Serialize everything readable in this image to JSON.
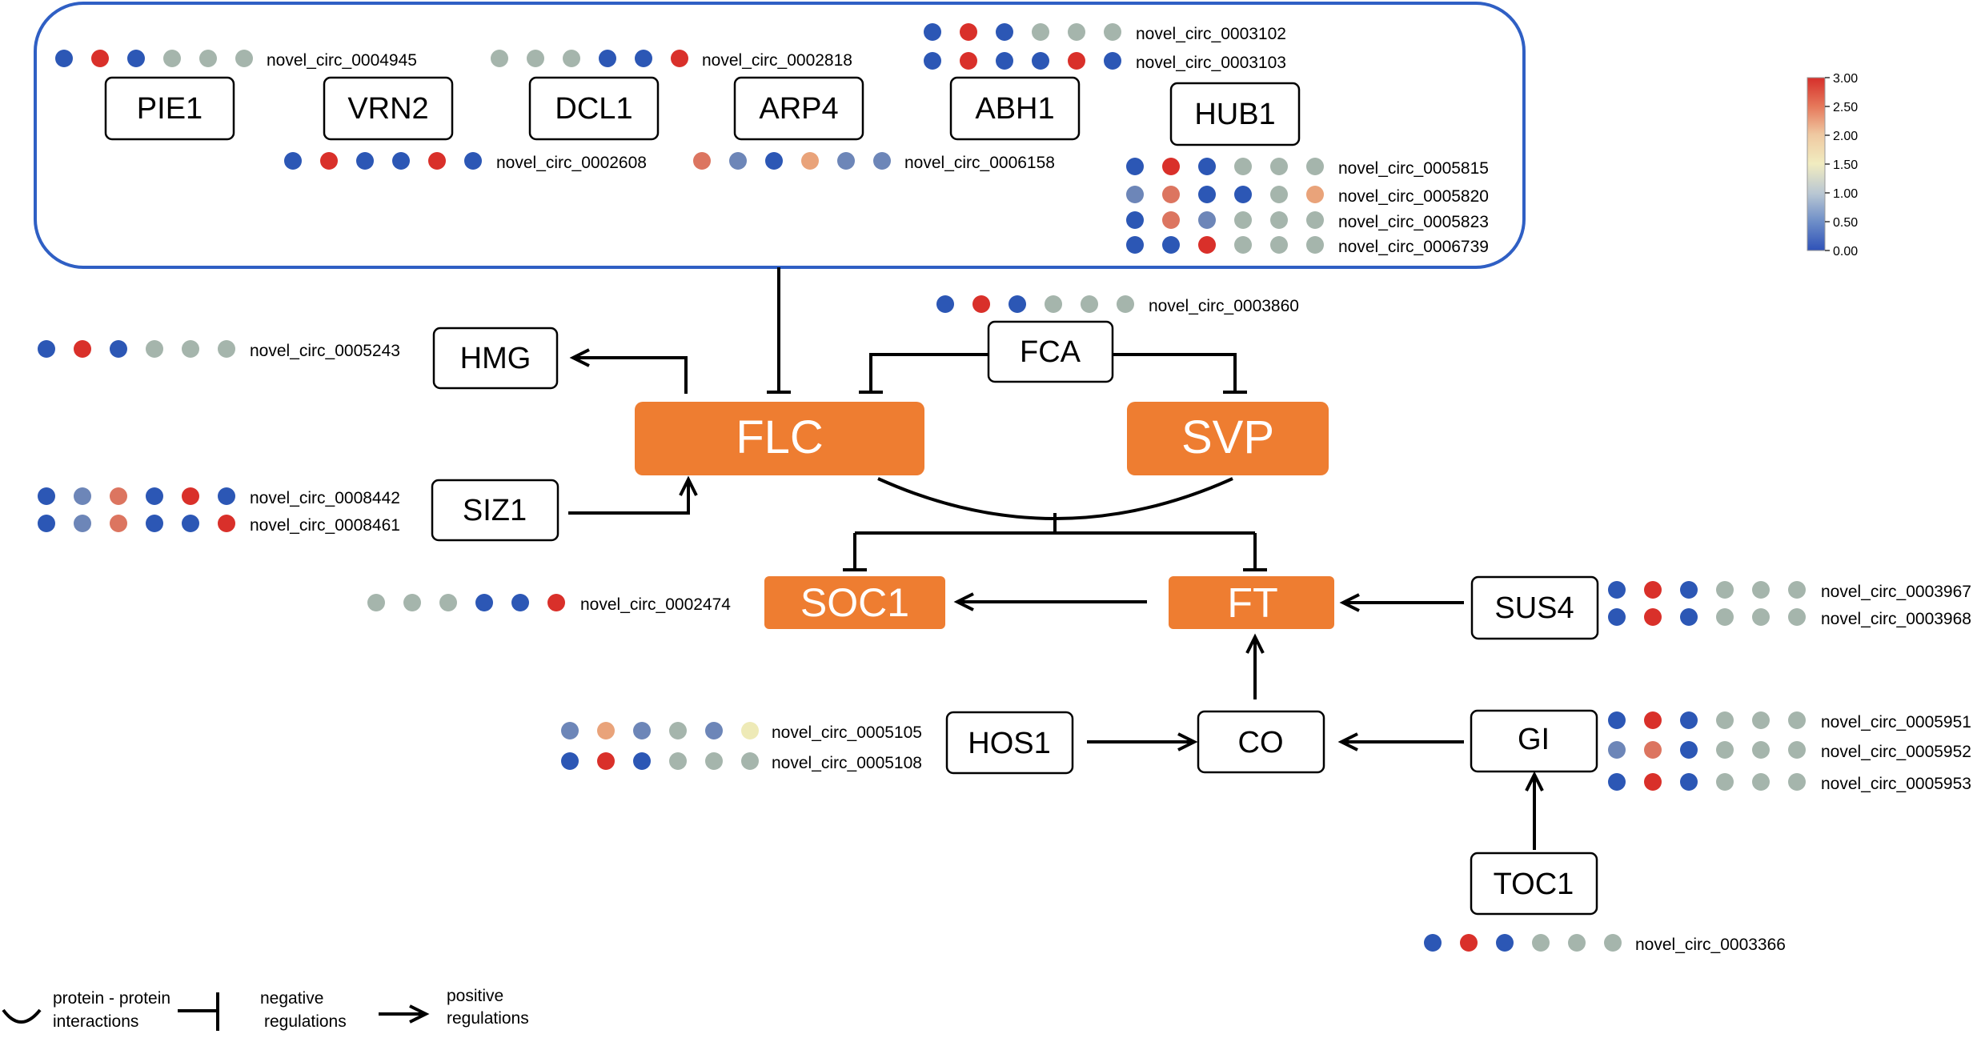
{
  "colors": {
    "blue": "#2c57b5",
    "red": "#d9302a",
    "gray": "#a5b5ac",
    "midblue": "#6d86b8",
    "salmon": "#dc7560",
    "peach": "#e9a37a",
    "lightyellow": "#eeeab7",
    "orange_node": "#ee7d31",
    "frame": "#2f5fc4"
  },
  "colorbar": {
    "ticks": [
      "3.00",
      "2.50",
      "2.00",
      "1.50",
      "1.00",
      "0.50",
      "0.00"
    ],
    "gradient": [
      "#d62f2a",
      "#e67a5c",
      "#efc9a1",
      "#f1ecc0",
      "#b9c7d3",
      "#6f8fc8",
      "#2f52b8"
    ]
  },
  "nodes": {
    "pie1": "PIE1",
    "vrn2": "VRN2",
    "dcl1": "DCL1",
    "arp4": "ARP4",
    "abh1": "ABH1",
    "hub1": "HUB1",
    "hmg": "HMG",
    "fca": "FCA",
    "flc": "FLC",
    "svp": "SVP",
    "siz1": "SIZ1",
    "soc1": "SOC1",
    "ft": "FT",
    "sus4": "SUS4",
    "hos1": "HOS1",
    "co": "CO",
    "gi": "GI",
    "toc1": "TOC1"
  },
  "circ_rows": [
    {
      "id": "r0004945",
      "label": "novel_circ_0004945",
      "dots": [
        "blue",
        "red",
        "blue",
        "gray",
        "gray",
        "gray"
      ]
    },
    {
      "id": "r0002818",
      "label": "novel_circ_0002818",
      "dots": [
        "gray",
        "gray",
        "gray",
        "blue",
        "blue",
        "red"
      ]
    },
    {
      "id": "r0003102",
      "label": "novel_circ_0003102",
      "dots": [
        "blue",
        "red",
        "blue",
        "gray",
        "gray",
        "gray"
      ]
    },
    {
      "id": "r0003103",
      "label": "novel_circ_0003103",
      "dots": [
        "blue",
        "red",
        "blue",
        "blue",
        "red",
        "blue"
      ]
    },
    {
      "id": "r0002608",
      "label": "novel_circ_0002608",
      "dots": [
        "blue",
        "red",
        "blue",
        "blue",
        "red",
        "blue"
      ]
    },
    {
      "id": "r0006158",
      "label": "novel_circ_0006158",
      "dots": [
        "salmon",
        "midblue",
        "blue",
        "peach",
        "midblue",
        "midblue"
      ]
    },
    {
      "id": "r0005815",
      "label": "novel_circ_0005815",
      "dots": [
        "blue",
        "red",
        "blue",
        "gray",
        "gray",
        "gray"
      ]
    },
    {
      "id": "r0005820",
      "label": "novel_circ_0005820",
      "dots": [
        "midblue",
        "salmon",
        "blue",
        "blue",
        "gray",
        "peach"
      ]
    },
    {
      "id": "r0005823",
      "label": "novel_circ_0005823",
      "dots": [
        "blue",
        "salmon",
        "midblue",
        "gray",
        "gray",
        "gray"
      ]
    },
    {
      "id": "r0006739",
      "label": "novel_circ_0006739",
      "dots": [
        "blue",
        "blue",
        "red",
        "gray",
        "gray",
        "gray"
      ]
    },
    {
      "id": "r0003860",
      "label": "novel_circ_0003860",
      "dots": [
        "blue",
        "red",
        "blue",
        "gray",
        "gray",
        "gray"
      ]
    },
    {
      "id": "r0005243",
      "label": "novel_circ_0005243",
      "dots": [
        "blue",
        "red",
        "blue",
        "gray",
        "gray",
        "gray"
      ]
    },
    {
      "id": "r0008442",
      "label": "novel_circ_0008442",
      "dots": [
        "blue",
        "midblue",
        "salmon",
        "blue",
        "red",
        "blue"
      ]
    },
    {
      "id": "r0008461",
      "label": "novel_circ_0008461",
      "dots": [
        "blue",
        "midblue",
        "salmon",
        "blue",
        "blue",
        "red"
      ]
    },
    {
      "id": "r0002474",
      "label": "novel_circ_0002474",
      "dots": [
        "gray",
        "gray",
        "gray",
        "blue",
        "blue",
        "red"
      ]
    },
    {
      "id": "r0003967",
      "label": "novel_circ_0003967",
      "dots": [
        "blue",
        "red",
        "blue",
        "gray",
        "gray",
        "gray"
      ]
    },
    {
      "id": "r0003968",
      "label": "novel_circ_0003968",
      "dots": [
        "blue",
        "red",
        "blue",
        "gray",
        "gray",
        "gray"
      ]
    },
    {
      "id": "r0005105",
      "label": "novel_circ_0005105",
      "dots": [
        "midblue",
        "peach",
        "midblue",
        "gray",
        "midblue",
        "lightyellow"
      ]
    },
    {
      "id": "r0005108",
      "label": "novel_circ_0005108",
      "dots": [
        "blue",
        "red",
        "blue",
        "gray",
        "gray",
        "gray"
      ]
    },
    {
      "id": "r0005951",
      "label": "novel_circ_0005951",
      "dots": [
        "blue",
        "red",
        "blue",
        "gray",
        "gray",
        "gray"
      ]
    },
    {
      "id": "r0005952",
      "label": "novel_circ_0005952",
      "dots": [
        "midblue",
        "salmon",
        "blue",
        "gray",
        "gray",
        "gray"
      ]
    },
    {
      "id": "r0005953",
      "label": "novel_circ_0005953",
      "dots": [
        "blue",
        "red",
        "blue",
        "gray",
        "gray",
        "gray"
      ]
    },
    {
      "id": "r0003366",
      "label": "novel_circ_0003366",
      "dots": [
        "blue",
        "red",
        "blue",
        "gray",
        "gray",
        "gray"
      ]
    }
  ],
  "legend": {
    "ppi_line1": "protein - protein",
    "ppi_line2": "interactions",
    "neg_line1": "negative",
    "neg_line2": "regulations",
    "pos_line1": "positive",
    "pos_line2": "regulations"
  }
}
